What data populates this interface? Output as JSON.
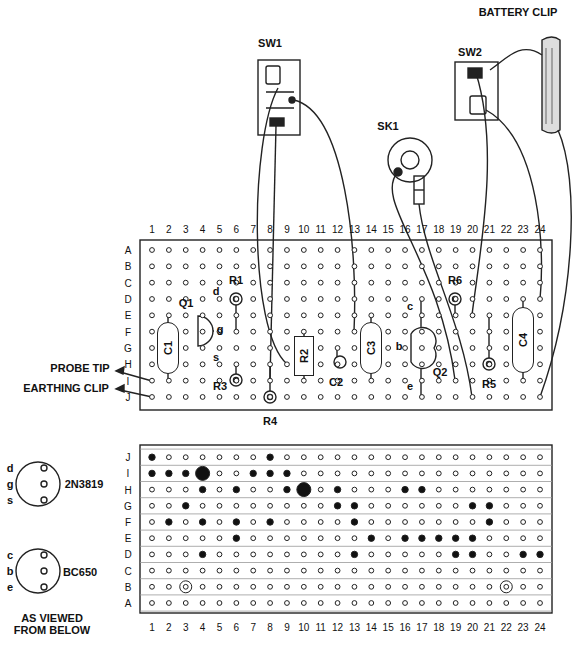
{
  "diagram": {
    "nodes": [
      {
        "text": [
          "C1"
        ]
      },
      {
        "text": [
          "R2"
        ]
      },
      {
        "text": [
          "C3"
        ]
      },
      {
        "text": [
          "C4"
        ]
      }
    ],
    "labels": [
      "1",
      "2",
      "3",
      "4",
      "5",
      "6",
      "7",
      "8",
      "9",
      "10",
      "11",
      "12",
      "13",
      "14",
      "15",
      "16",
      "17",
      "18",
      "19",
      "20",
      "21",
      "22",
      "23",
      "24",
      "A",
      "B",
      "C",
      "D",
      "E",
      "F",
      "G",
      "H",
      "I",
      "J",
      "J",
      "I",
      "H",
      "G",
      "F",
      "E",
      "D",
      "C",
      "B",
      "A",
      "1",
      "2",
      "3",
      "4",
      "5",
      "6",
      "7",
      "8",
      "9",
      "10",
      "11",
      "12",
      "13",
      "14",
      "15",
      "16",
      "17",
      "18",
      "19",
      "20",
      "21",
      "22",
      "23",
      "24",
      "SW1",
      "BATTERY CLIP",
      "SW2",
      "SK1",
      "R1",
      "d",
      "g",
      "Q1",
      "s",
      "R6",
      "c",
      "b",
      "e",
      "Q2",
      "C2",
      "R5",
      "R3",
      "R4",
      "PROBE TIP",
      "EARTHING CLIP",
      "d",
      "g",
      "s",
      "2N3819",
      "c",
      "b",
      "e",
      "BC650",
      "AS VIEWED FROM BELOW"
    ]
  }
}
